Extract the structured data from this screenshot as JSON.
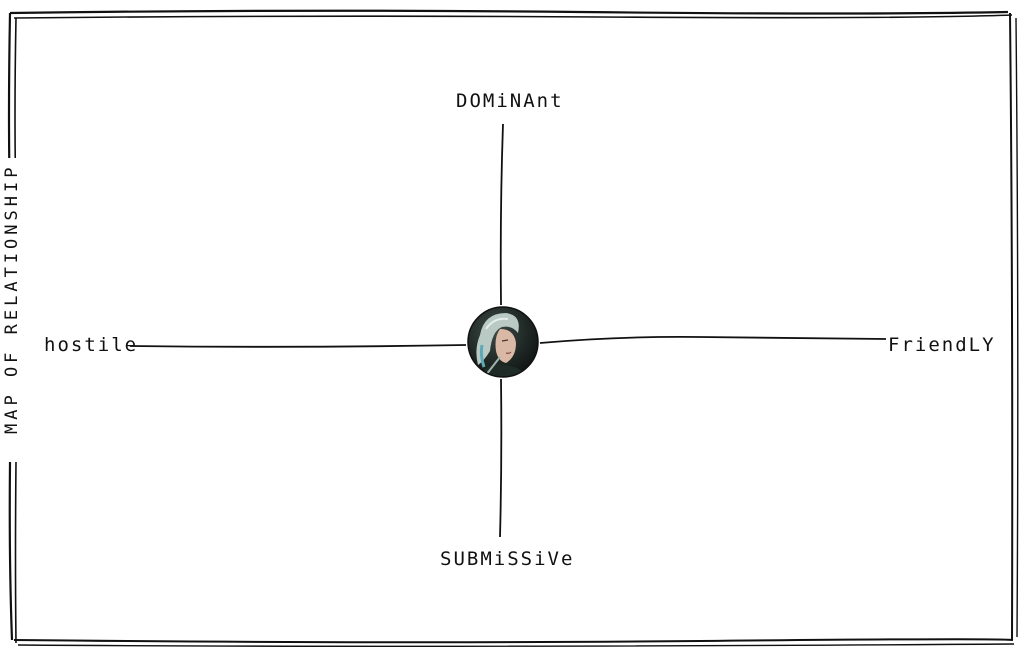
{
  "title": "MAP OF RELATIONSHIP",
  "axes": {
    "top": "DOMiNAnt",
    "bottom": "SUBMiSSiVe",
    "left": "hostiLe",
    "right": "FriendLY"
  },
  "center": {
    "icon": "character-portrait-icon"
  },
  "colors": {
    "ink": "#111111",
    "paper": "#ffffff"
  }
}
